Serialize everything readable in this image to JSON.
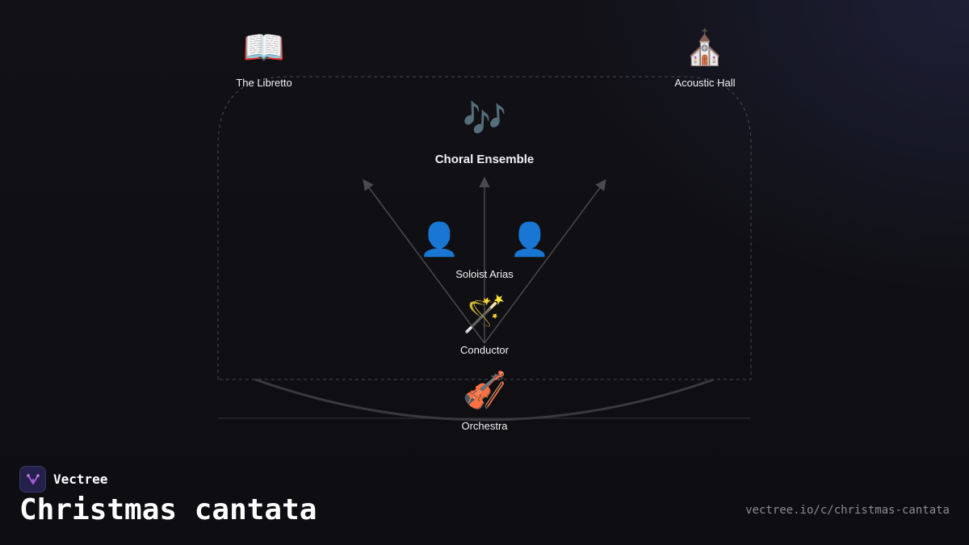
{
  "brand": {
    "name": "Vectree",
    "logo_icon": "vectree-logo-icon"
  },
  "page": {
    "title": "Christmas cantata",
    "url": "vectree.io/c/christmas-cantata"
  },
  "nodes": {
    "libretto": {
      "label": "The Libretto",
      "glyph": "📖",
      "icon": "open-book-icon"
    },
    "hall": {
      "label": "Acoustic Hall",
      "glyph": "⛪",
      "icon": "church-icon"
    },
    "choral": {
      "label": "Choral Ensemble",
      "glyph": "🎶",
      "icon": "music-notes-icon"
    },
    "soloist_left": {
      "glyph": "👤",
      "icon": "person-silhouette-icon"
    },
    "soloist_right": {
      "glyph": "👤",
      "icon": "person-silhouette-icon"
    },
    "soloists": {
      "label": "Soloist Arias"
    },
    "conductor": {
      "label": "Conductor",
      "glyph": "🪄",
      "icon": "magic-wand-icon"
    },
    "orchestra": {
      "label": "Orchestra",
      "glyph": "🎻",
      "icon": "violin-icon"
    }
  },
  "colors": {
    "background": "#0f0f13",
    "arrow": "#4a4a4e",
    "dashed_border": "#4a4a52",
    "arc": "#3a3a3e",
    "label": "#f2f2f2",
    "url": "#8a8a92",
    "brand_accent": "#a35bd8"
  }
}
